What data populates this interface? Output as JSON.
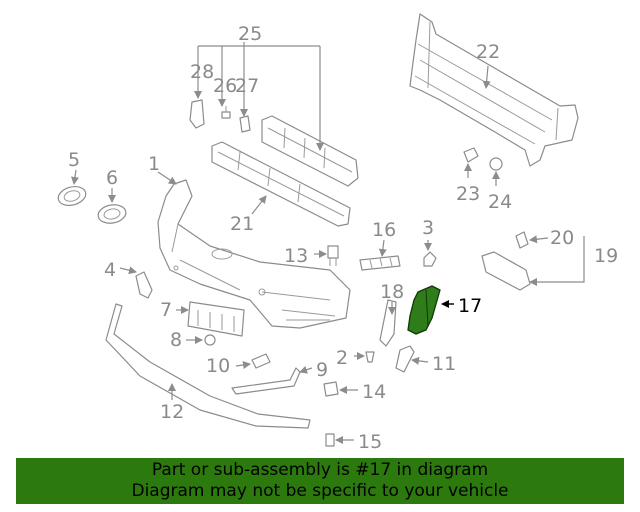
{
  "diagram": {
    "callouts": [
      "1",
      "2",
      "3",
      "4",
      "5",
      "6",
      "7",
      "8",
      "9",
      "10",
      "11",
      "12",
      "13",
      "14",
      "15",
      "16",
      "17",
      "18",
      "19",
      "20",
      "21",
      "22",
      "23",
      "24",
      "25",
      "26",
      "27",
      "28"
    ],
    "highlighted_part": "17"
  },
  "banner": {
    "line1": "Part or sub-assembly is #17 in diagram",
    "line2": "Diagram may not be specific to your vehicle",
    "color": "#2c7a0e"
  }
}
